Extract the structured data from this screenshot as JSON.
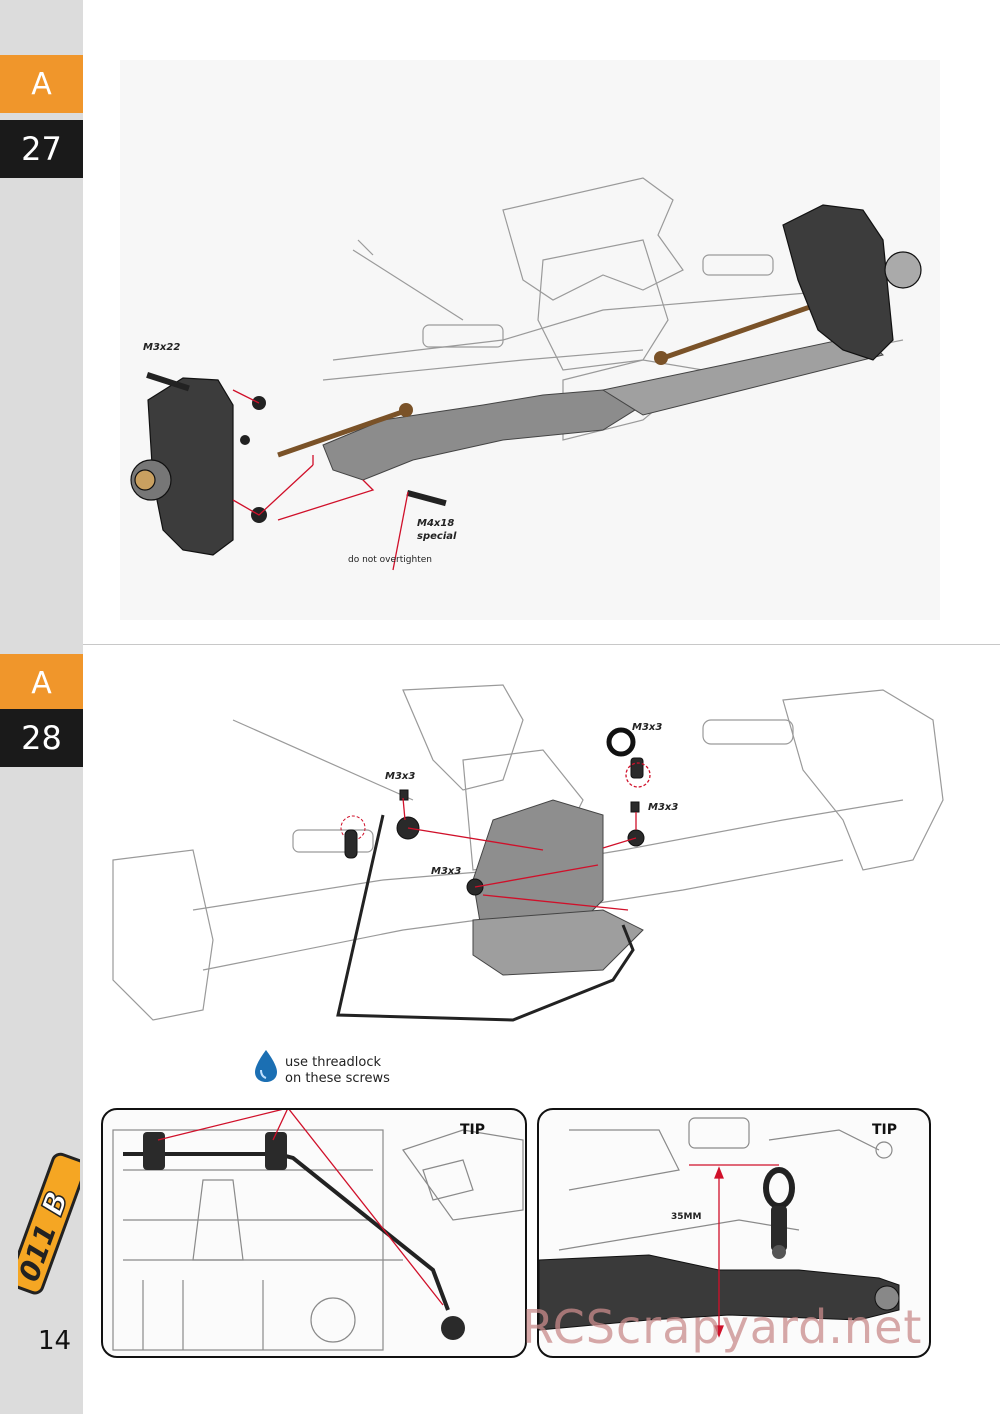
{
  "steps": [
    {
      "letter": "A",
      "number": "27"
    },
    {
      "letter": "A",
      "number": "28"
    }
  ],
  "step27": {
    "screw_top": "M3x22",
    "screw_bottom_1": "M4x18",
    "screw_bottom_2": "special",
    "warning": "do  not  overtighten"
  },
  "step28": {
    "screw_a": "M3x3",
    "screw_b": "M3x3",
    "screw_c": "M3x3",
    "screw_d": "M3x3",
    "threadlock_line1": "use threadlock",
    "threadlock_line2": "on these screws"
  },
  "tips": {
    "left_title": "TIP",
    "right_title": "TIP",
    "measurement": "35MM"
  },
  "page_number": "14",
  "watermark": "RCScrapyard.net",
  "colors": {
    "accent": "#f0962b",
    "dark": "#1a1a1a",
    "sidebar": "#dcdcdc",
    "leader": "#d0102a"
  }
}
